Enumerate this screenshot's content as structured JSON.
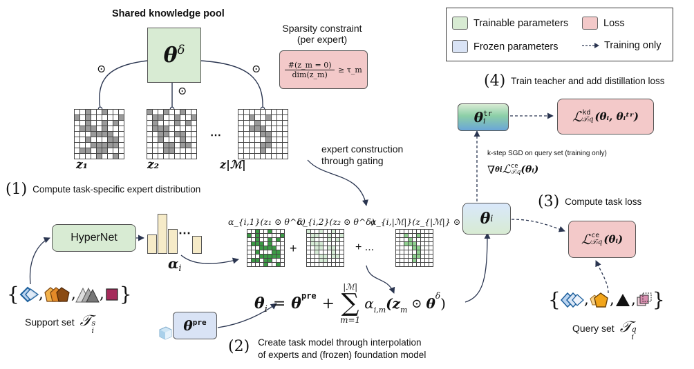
{
  "pool": {
    "title": "Shared knowledge pool",
    "theta": "θ",
    "theta_sup": "δ",
    "odot": "⊙"
  },
  "sparsity": {
    "title_line1": "Sparsity constraint",
    "title_line2": "(per expert)",
    "formula_num": "#(z_m = 0)",
    "formula_den": "dim(z_m)",
    "formula_rhs": "≥ τ_m"
  },
  "legend": {
    "trainable": "Trainable parameters",
    "loss": "Loss",
    "frozen": "Frozen parameters",
    "training_only": "Training only",
    "colors": {
      "trainable": "#d8ebd3",
      "loss": "#f3c9c9",
      "frozen": "#d9e3f5"
    }
  },
  "masks": {
    "labels": [
      "z₁",
      "z₂",
      "⋯",
      "z|ℳ|"
    ],
    "patterns": [
      [
        [
          0,
          0,
          1,
          0,
          0,
          1,
          0,
          0,
          0
        ],
        [
          1,
          0,
          1,
          0,
          0,
          0,
          0,
          0,
          1
        ],
        [
          0,
          0,
          1,
          0,
          0,
          1,
          0,
          1,
          0
        ],
        [
          0,
          1,
          1,
          1,
          0,
          1,
          0,
          0,
          0
        ],
        [
          0,
          0,
          0,
          1,
          1,
          1,
          1,
          0,
          0
        ],
        [
          0,
          0,
          1,
          0,
          0,
          0,
          1,
          1,
          0
        ],
        [
          0,
          0,
          0,
          1,
          1,
          1,
          1,
          1,
          0
        ],
        [
          0,
          1,
          1,
          0,
          1,
          1,
          0,
          0,
          0
        ],
        [
          0,
          0,
          0,
          0,
          1,
          0,
          0,
          1,
          0
        ]
      ],
      [
        [
          1,
          0,
          0,
          1,
          0,
          0,
          1,
          0,
          0
        ],
        [
          0,
          1,
          1,
          0,
          0,
          1,
          0,
          0,
          1
        ],
        [
          0,
          1,
          0,
          0,
          0,
          1,
          0,
          1,
          0
        ],
        [
          0,
          1,
          1,
          1,
          0,
          0,
          0,
          0,
          0
        ],
        [
          0,
          0,
          1,
          1,
          0,
          1,
          1,
          0,
          0
        ],
        [
          0,
          0,
          1,
          0,
          0,
          0,
          1,
          0,
          0
        ],
        [
          0,
          0,
          0,
          1,
          1,
          0,
          1,
          1,
          0
        ],
        [
          0,
          0,
          0,
          1,
          1,
          0,
          0,
          0,
          0
        ],
        [
          0,
          0,
          0,
          0,
          0,
          0,
          0,
          0,
          0
        ]
      ],
      [
        [
          0,
          0,
          0,
          0,
          0,
          0,
          0,
          0,
          0
        ],
        [
          0,
          0,
          1,
          0,
          0,
          1,
          0,
          0,
          0
        ],
        [
          0,
          0,
          0,
          1,
          0,
          0,
          0,
          0,
          0
        ],
        [
          0,
          0,
          1,
          1,
          1,
          0,
          0,
          0,
          0
        ],
        [
          0,
          0,
          0,
          0,
          1,
          1,
          0,
          0,
          0
        ],
        [
          0,
          0,
          0,
          0,
          0,
          1,
          0,
          0,
          0
        ],
        [
          0,
          0,
          0,
          0,
          1,
          1,
          0,
          0,
          0
        ],
        [
          0,
          0,
          0,
          0,
          1,
          0,
          0,
          0,
          0
        ],
        [
          0,
          0,
          0,
          0,
          0,
          0,
          0,
          0,
          0
        ]
      ]
    ]
  },
  "step1": {
    "num": "(1)",
    "text": "Compute task-specific expert distribution"
  },
  "step2": {
    "num": "(2)",
    "text_line1": "Create task model through interpolation",
    "text_line2": "of experts and (frozen) foundation model"
  },
  "step3": {
    "num": "(3)",
    "text": "Compute task loss"
  },
  "step4": {
    "num": "(4)",
    "text": "Train teacher and add distillation loss"
  },
  "hypernet": {
    "label": "HyperNet"
  },
  "alpha": {
    "label": "α",
    "sub": "i",
    "dots": "⋯"
  },
  "experts": {
    "label1": "α_{i,1}(z₁ ⊙ θ^δ)",
    "label2": "α_{i,2}(z₂ ⊙ θ^δ)",
    "label3": "α_{i,|ℳ|}(z_{|ℳ|} ⊙ θ^δ)",
    "plus": "+",
    "plus_dots": "+ ..."
  },
  "gating": {
    "line1": "expert construction",
    "line2": "through gating"
  },
  "support": {
    "label": "Support set",
    "symbol": "𝒯",
    "sup": "s",
    "sub": "i"
  },
  "query": {
    "label": "Query set",
    "symbol": "𝒯",
    "sup": "q",
    "sub": "i"
  },
  "theta_pre": {
    "label": "θ",
    "sup": "pre"
  },
  "theta_i": {
    "label": "θ",
    "sub": "i"
  },
  "theta_tr": {
    "label": "θ",
    "sup": "tr",
    "sub": "i"
  },
  "equation": {
    "lhs": "θ",
    "lhs_sub": "i",
    "eq": "=",
    "theta_pre": "θ",
    "pre": "pre",
    "plus": "+",
    "sum": "∑",
    "upper": "|ℳ|",
    "lower": "m=1",
    "term": "α",
    "term_sub": "i,m",
    "body": "(z",
    "body_sub": "m",
    "odot": "⊙",
    "theta_d": "θ",
    "delta": "δ",
    "close": ")"
  },
  "sgd": {
    "text": "k-step SGD on query set (training only)",
    "grad": "∇",
    "grad_sub": "θi",
    "loss": "ℒ",
    "loss_sup": "ce",
    "loss_sub": "𝒯ᵢq",
    "arg": "(θᵢ)"
  },
  "loss_ce": {
    "L": "ℒ",
    "sup": "ce",
    "sub": "𝒯ᵢq",
    "arg": "(θᵢ)"
  },
  "loss_kd": {
    "L": "ℒ",
    "sup": "kd",
    "sub": "𝒯ᵢq",
    "arg": "(θᵢ, θᵢᵗʳ)"
  }
}
